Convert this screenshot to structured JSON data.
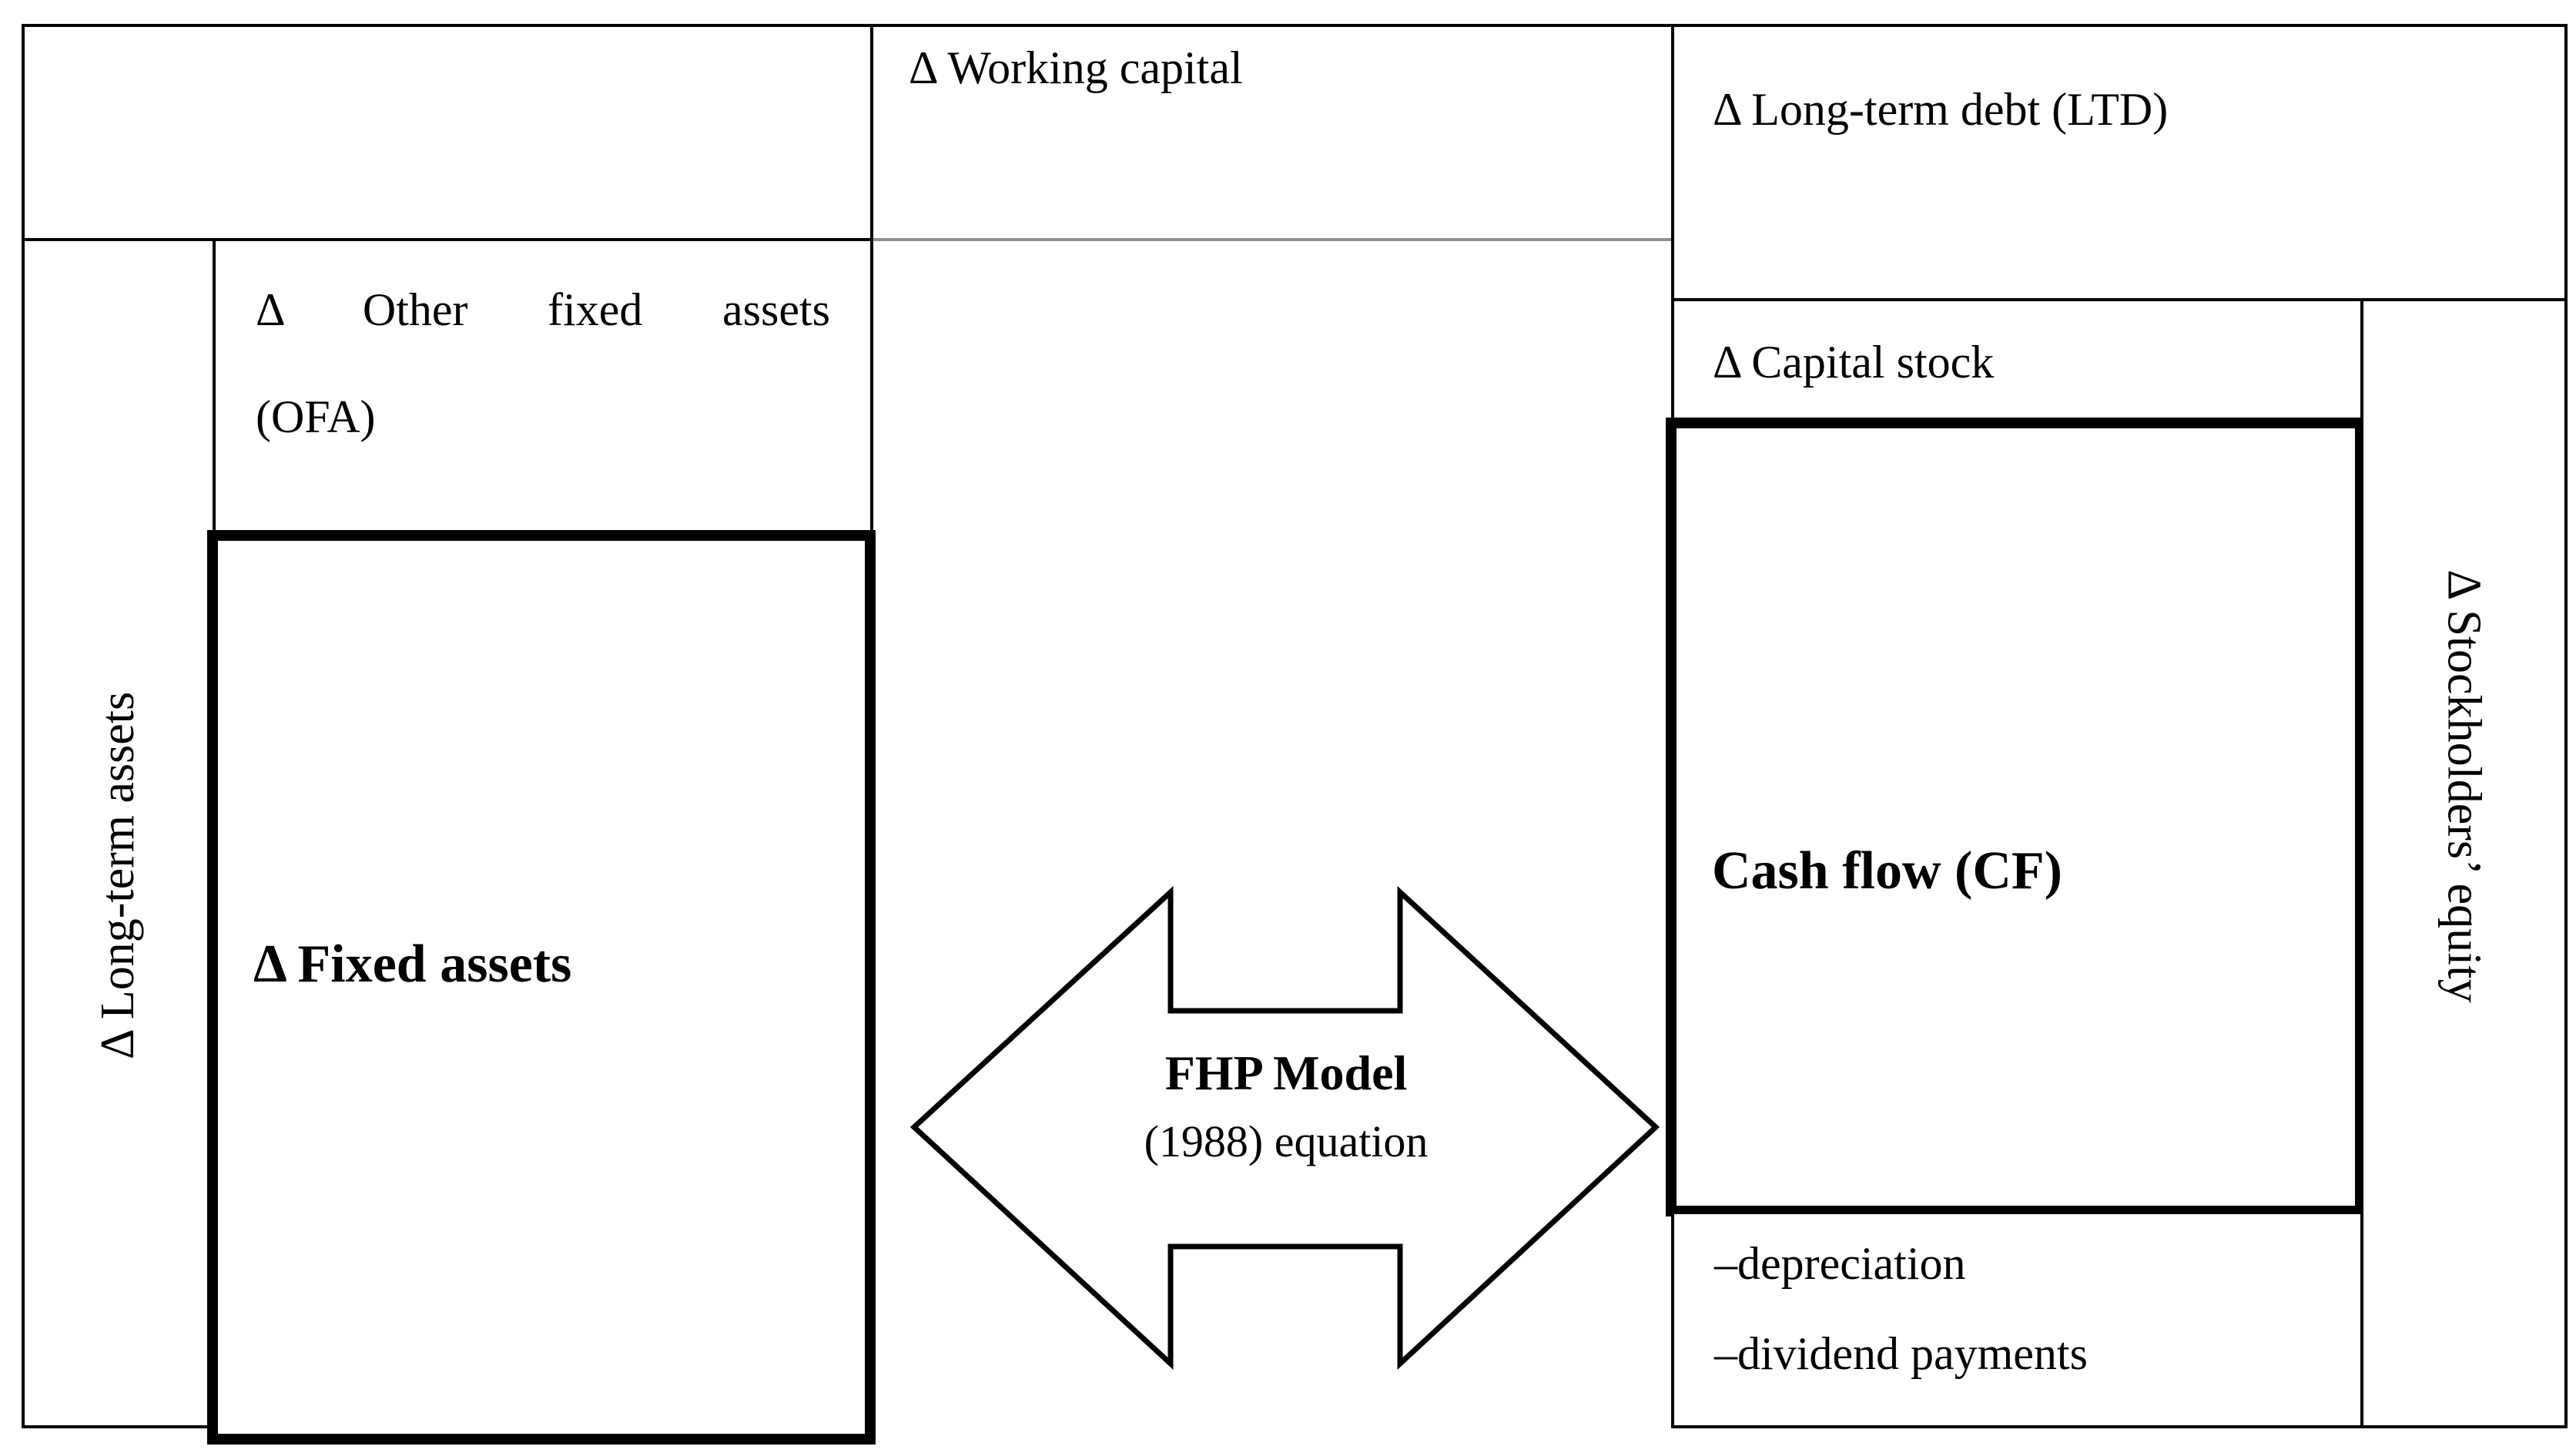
{
  "diagram": {
    "background": "#ffffff",
    "line_color": "#000000",
    "muted_line_color": "#8f8f8f",
    "cells": {
      "working_capital": "Δ Working capital",
      "long_term_debt": "Δ Long-term debt (LTD)",
      "long_term_assets": "Δ Long-term assets",
      "other_fixed_assets_line1": "Δ Other fixed assets",
      "other_fixed_assets_line2": "(OFA)",
      "fixed_assets": "Δ Fixed assets",
      "capital_stock": "Δ Capital stock",
      "cash_flow": "Cash flow (CF)",
      "deduction_1": "–depreciation",
      "deduction_2": "–dividend payments",
      "stockholders_equity": "Δ Stockholders’ equity"
    },
    "arrow": {
      "title": "FHP Model",
      "subtitle": "(1988) equation"
    }
  }
}
